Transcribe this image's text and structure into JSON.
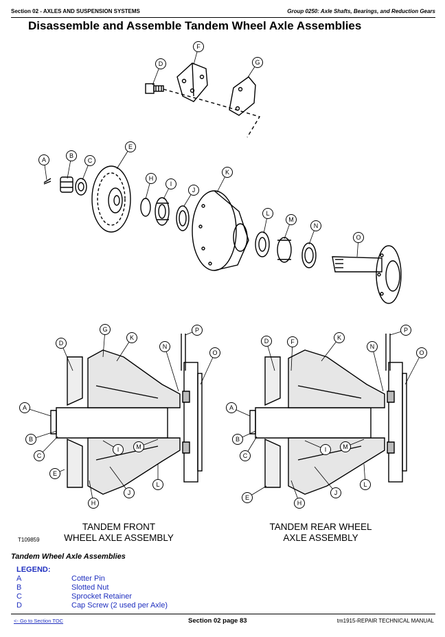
{
  "header": {
    "left": "Section 02 - AXLES AND SUSPENSION SYSTEMS",
    "right": "Group 0250: Axle Shafts, Bearings, and Reduction Gears"
  },
  "title": "Disassemble and Assemble Tandem Wheel Axle Assemblies",
  "figure": {
    "exploded_labels": [
      "A",
      "B",
      "C",
      "D",
      "E",
      "F",
      "G",
      "H",
      "I",
      "J",
      "K",
      "L",
      "M",
      "N",
      "O"
    ],
    "front_labels": [
      "D",
      "G",
      "K",
      "N",
      "P",
      "O",
      "A",
      "B",
      "C",
      "E",
      "H",
      "I",
      "J",
      "M",
      "L"
    ],
    "rear_labels": [
      "D",
      "F",
      "K",
      "N",
      "P",
      "O",
      "A",
      "B",
      "C",
      "E",
      "H",
      "I",
      "J",
      "M",
      "L"
    ],
    "caption_front": "TANDEM FRONT\nWHEEL AXLE ASSEMBLY",
    "caption_rear": "TANDEM REAR WHEEL\nAXLE ASSEMBLY",
    "figure_id": "T109859"
  },
  "subtitle": "Tandem Wheel Axle Assemblies",
  "legend": {
    "title": "LEGEND:",
    "items": [
      {
        "key": "A",
        "value": "Cotter Pin"
      },
      {
        "key": "B",
        "value": "Slotted Nut"
      },
      {
        "key": "C",
        "value": "Sprocket Retainer"
      },
      {
        "key": "D",
        "value": "Cap Screw (2 used per Axle)"
      }
    ]
  },
  "footer": {
    "link": "<- Go to Section TOC",
    "center": "Section 02 page 83",
    "right": "tm1915-REPAIR TECHNICAL MANUAL"
  }
}
